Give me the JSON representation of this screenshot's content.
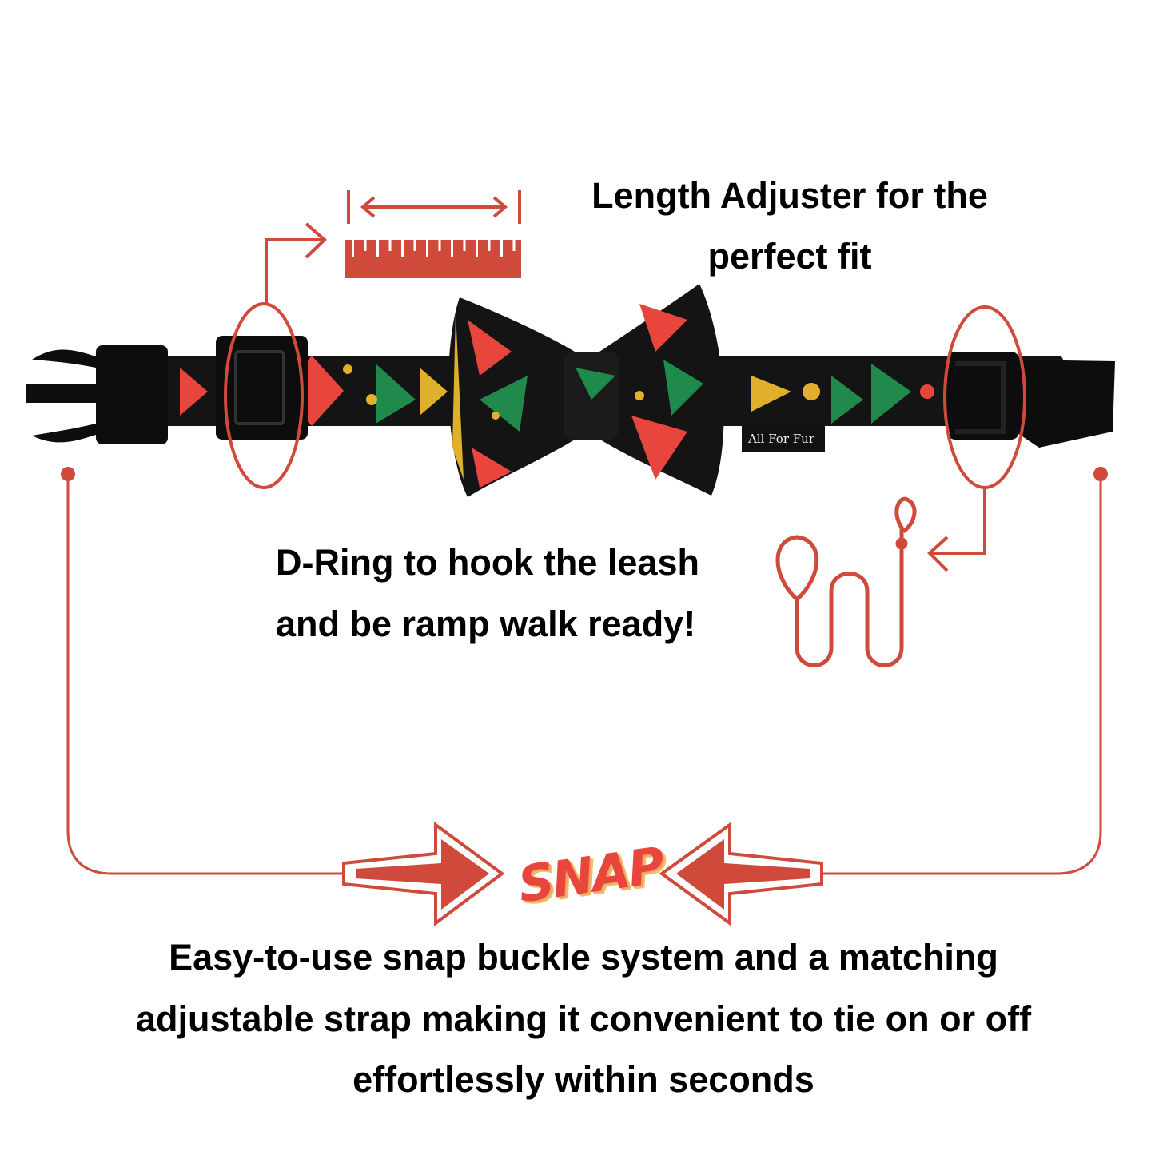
{
  "colors": {
    "accent": "#d04a3c",
    "collar_base": "#141414",
    "pattern_red": "#e8453c",
    "pattern_green": "#1f8a4c",
    "pattern_yellow": "#e0b02c"
  },
  "adjuster": {
    "line1": "Length Adjuster for the",
    "line2": "perfect fit"
  },
  "dring": {
    "line1": "D-Ring to hook the leash",
    "line2": "and be ramp walk ready!"
  },
  "snap": {
    "label": "SNAP"
  },
  "brand": {
    "label": "All For Fur"
  },
  "buckle": {
    "line1": "Easy-to-use snap buckle system and a matching",
    "line2": "adjustable strap making it convenient to tie on or off",
    "line3": "effortlessly within seconds"
  }
}
